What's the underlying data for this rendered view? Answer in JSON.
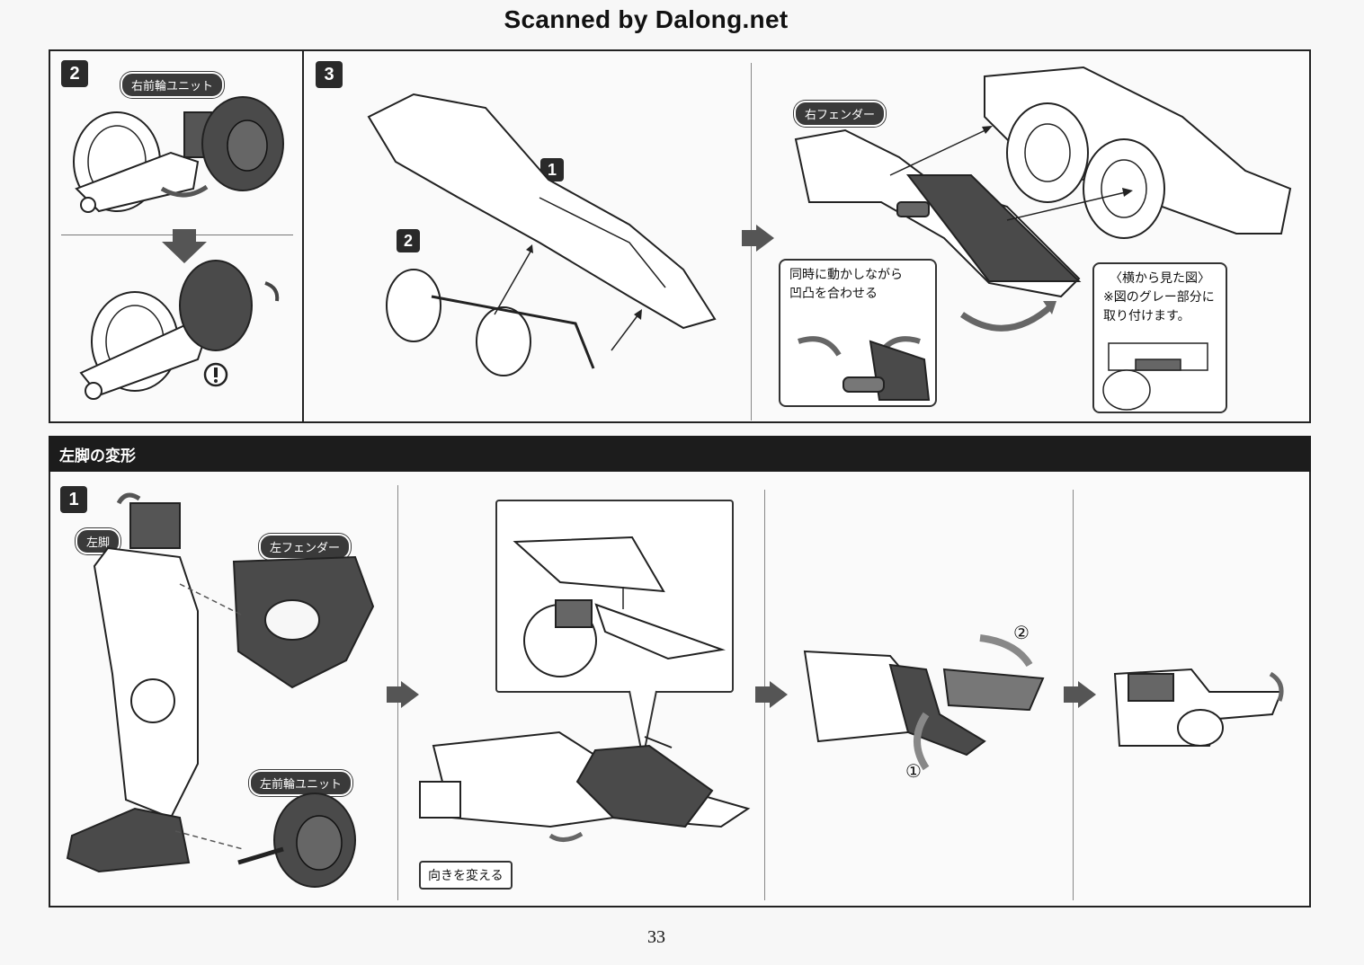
{
  "header": {
    "title": "Scanned by Dalong.net"
  },
  "top": {
    "step2": {
      "number": "2",
      "label": "右前輪ユニット"
    },
    "step3": {
      "number": "3",
      "sub_numbers": [
        "1",
        "2"
      ],
      "fender_label": "右フェンダー",
      "callout": "同時に動かしながら\n凹凸を合わせる",
      "side_view_title": "〈横から見た図〉",
      "side_view_note": "※図のグレー部分に\n取り付けます。"
    }
  },
  "section": {
    "title": "左脚の変形",
    "step1": {
      "number": "1",
      "leg_label": "左脚",
      "fender_label": "左フェンダー",
      "wheel_label": "左前輪ユニット",
      "rotate_note": "向きを変える",
      "circle_1": "①",
      "circle_2": "②"
    }
  },
  "footer": {
    "page_number": "33"
  }
}
